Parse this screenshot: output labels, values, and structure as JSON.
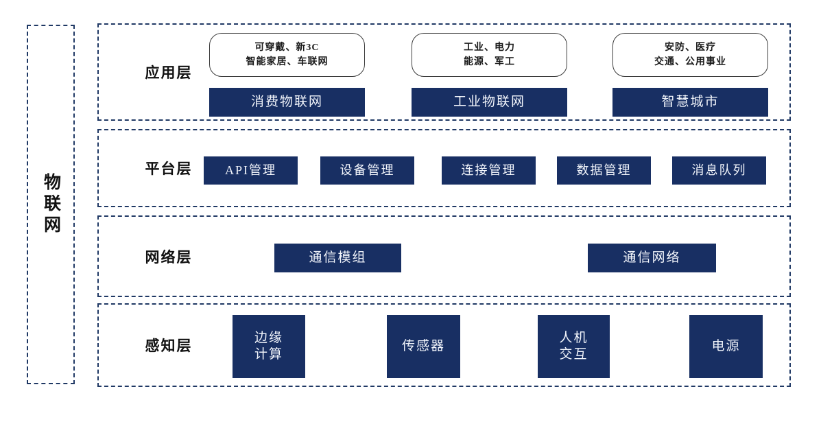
{
  "page": {
    "background": "#ffffff",
    "navy": "#182f63",
    "dash_border": "#1f3864"
  },
  "sidebar": {
    "title": "物联网"
  },
  "layers": {
    "application": {
      "label": "应用层",
      "groups": [
        {
          "note_line1": "可穿戴、新3C",
          "note_line2": "智能家居、车联网",
          "box": "消费物联网"
        },
        {
          "note_line1": "工业、电力",
          "note_line2": "能源、军工",
          "box": "工业物联网"
        },
        {
          "note_line1": "安防、医疗",
          "note_line2": "交通、公用事业",
          "box": "智慧城市"
        }
      ]
    },
    "platform": {
      "label": "平台层",
      "boxes": [
        "API管理",
        "设备管理",
        "连接管理",
        "数据管理",
        "消息队列"
      ]
    },
    "network": {
      "label": "网络层",
      "boxes": [
        "通信模组",
        "通信网络"
      ]
    },
    "perception": {
      "label": "感知层",
      "boxes": [
        {
          "lines": [
            "边缘",
            "计算"
          ]
        },
        {
          "lines": [
            "传感器"
          ]
        },
        {
          "lines": [
            "人机",
            "交互"
          ]
        },
        {
          "lines": [
            "电源"
          ]
        }
      ]
    }
  }
}
